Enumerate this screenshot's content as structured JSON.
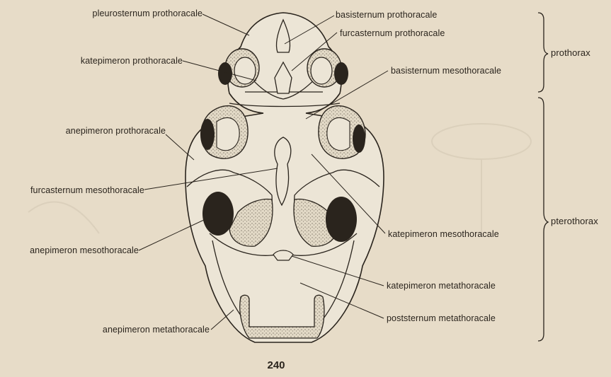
{
  "labels": {
    "pleurosternum_prothoracale": "pleurosternum prothoracale",
    "katepimeron_prothoracale": "katepimeron prothoracale",
    "anepimeron_prothoracale": "anepimeron prothoracale",
    "furcasternum_mesothoracale": "furcasternum mesothoracale",
    "anepimeron_mesothoracale": "anepimeron mesothoracale",
    "anepimeron_metathoracale": "anepimeron metathoracale",
    "basisternum_prothoracale": "basisternum prothoracale",
    "furcasternum_prothoracale": "furcasternum prothoracale",
    "basisternum_mesothoracale": "basisternum mesothoracale",
    "katepimeron_mesothoracale": "katepimeron mesothoracale",
    "katepimeron_metathoracale": "katepimeron metathoracale",
    "poststernum_metathoracale": "poststernum metathoracale"
  },
  "groups": {
    "prothorax": "prothorax",
    "pterothorax": "pterothorax"
  },
  "figure_number": "240",
  "colors": {
    "paper": "#e7dcc8",
    "ink": "#2a241d",
    "body_fill": "#ece5d6",
    "stipple": "#d6cdbb"
  }
}
